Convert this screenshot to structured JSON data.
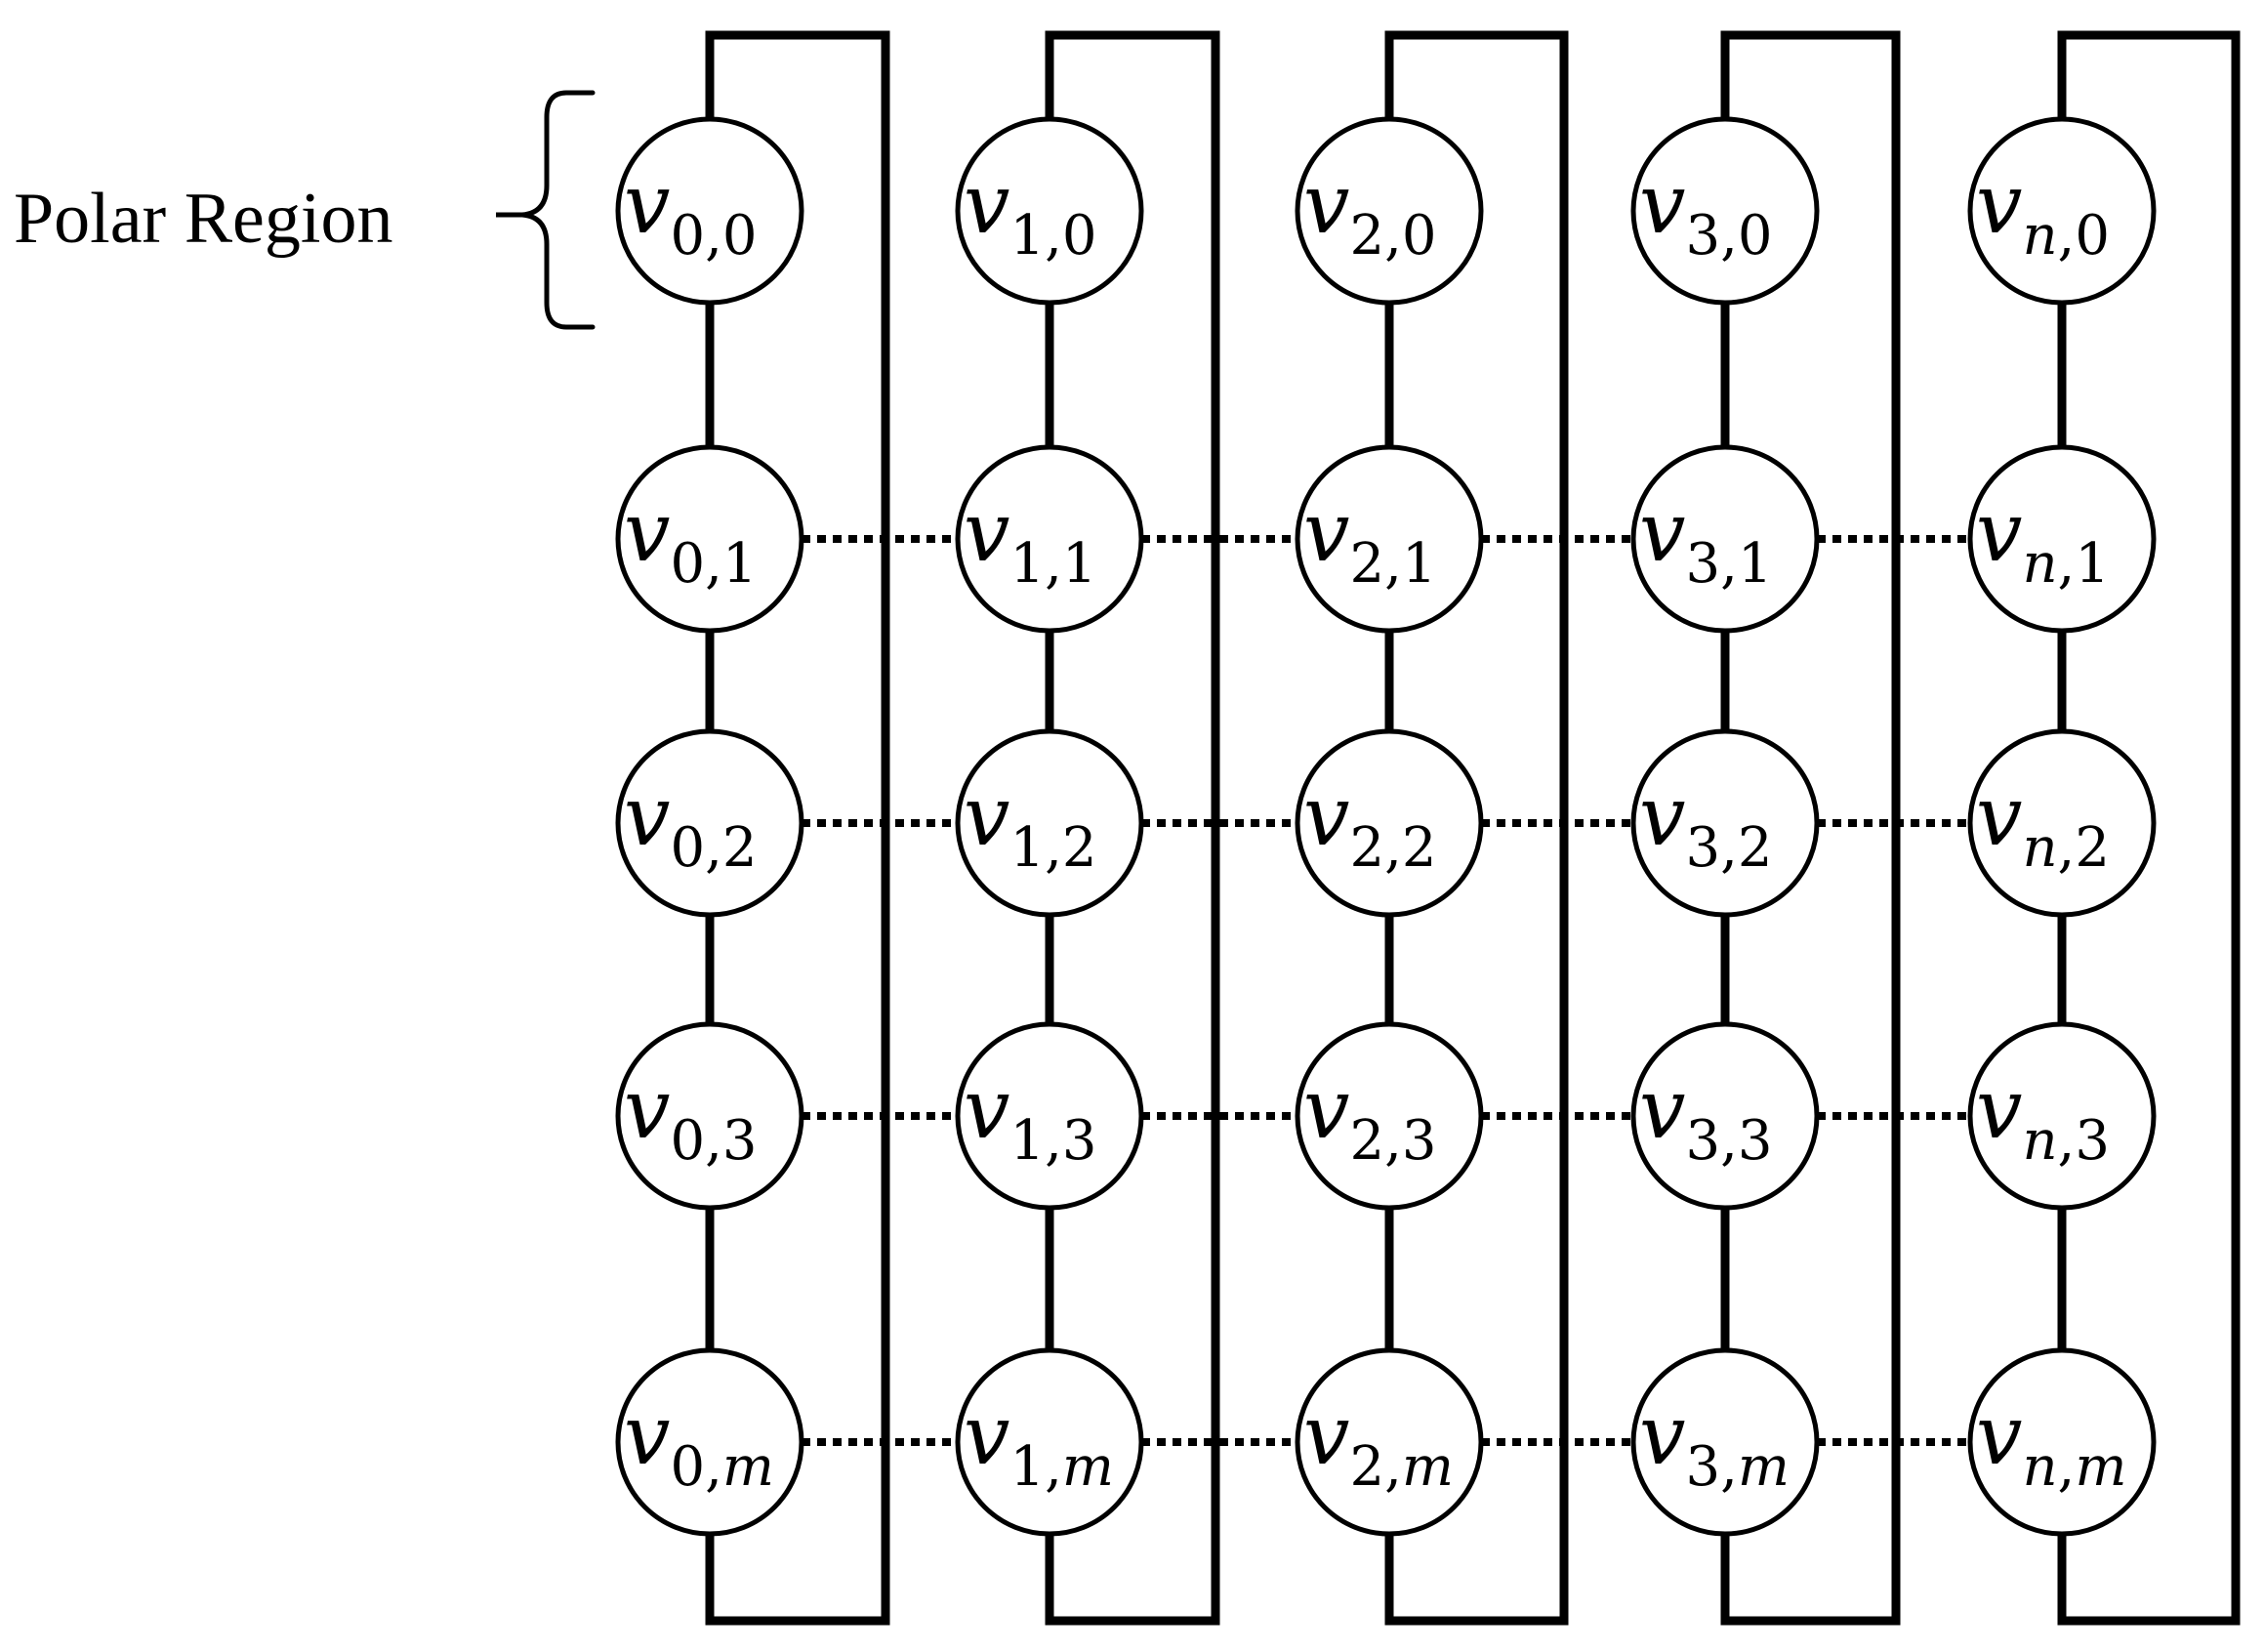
{
  "region_label": "Polar Region",
  "columns": [
    {
      "index": "0"
    },
    {
      "index": "1"
    },
    {
      "index": "2"
    },
    {
      "index": "3"
    },
    {
      "index": "n"
    }
  ],
  "rows": [
    {
      "index": "0"
    },
    {
      "index": "1"
    },
    {
      "index": "2"
    },
    {
      "index": "3"
    },
    {
      "index": "m"
    }
  ],
  "node_symbol": "v",
  "vertical_edges": "solid",
  "horizontal_edges": "dotted",
  "colors": {
    "stroke": "#000000",
    "background": "#ffffff"
  }
}
